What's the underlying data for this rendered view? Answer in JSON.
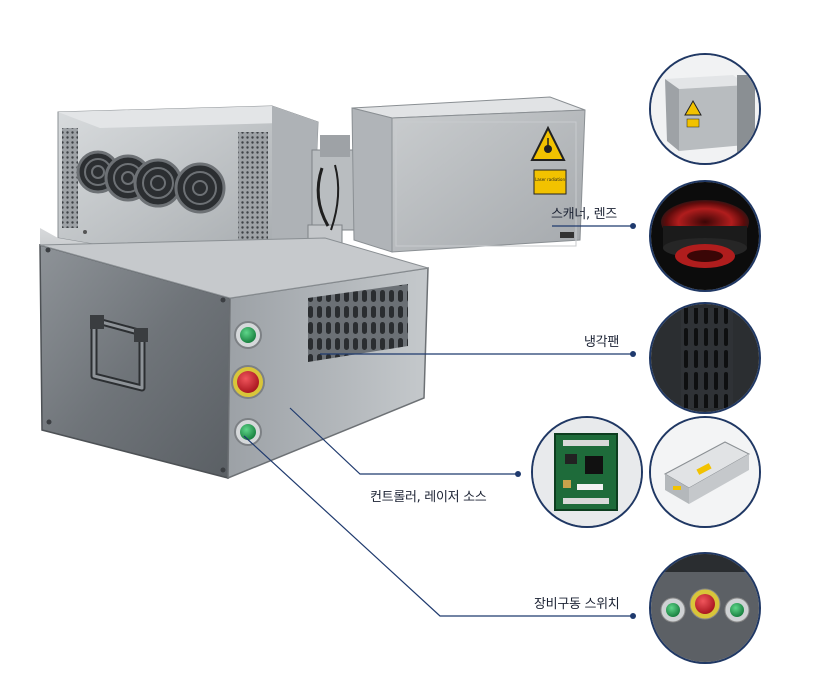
{
  "product": {
    "laser_label": "Laser radiation"
  },
  "callouts": {
    "scanner_lens": "스캐너, 렌즈",
    "cooling_fan": "냉각팬",
    "controller_source": "컨트롤러, 레이저 소스",
    "drive_switch": "장비구동 스위치"
  },
  "colors": {
    "leader_line": "#1f3a6e",
    "circle_border": "#203864",
    "button_green": "#1d9a4e",
    "estop_red": "#c8202a",
    "warning_yellow": "#f2c200"
  }
}
